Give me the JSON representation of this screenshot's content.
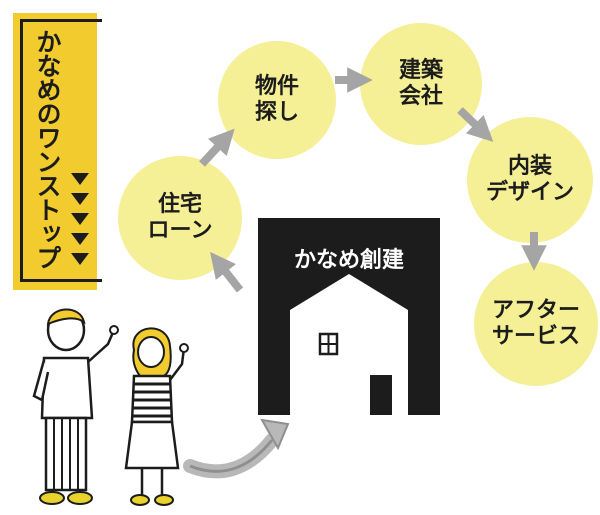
{
  "banner": {
    "title": "かなめのワンストップ"
  },
  "steps": [
    {
      "label": "住宅\nローン"
    },
    {
      "label": "物件\n探し"
    },
    {
      "label": "建築\n会社"
    },
    {
      "label": "内装\nデザイン"
    },
    {
      "label": "アフター\nサービス"
    }
  ],
  "company": {
    "label": "かなめ創建"
  },
  "colors": {
    "banner": "#f2cc2e",
    "circle": "#f5ef95",
    "dark": "#1c1c1c",
    "arrow": "#a5a5a5",
    "accent_yellow": "#e9d22c"
  },
  "icons": [
    "down-triangle-icon",
    "arrow-icon",
    "house-icon",
    "window-icon",
    "door-icon",
    "man-illustration",
    "woman-illustration"
  ]
}
